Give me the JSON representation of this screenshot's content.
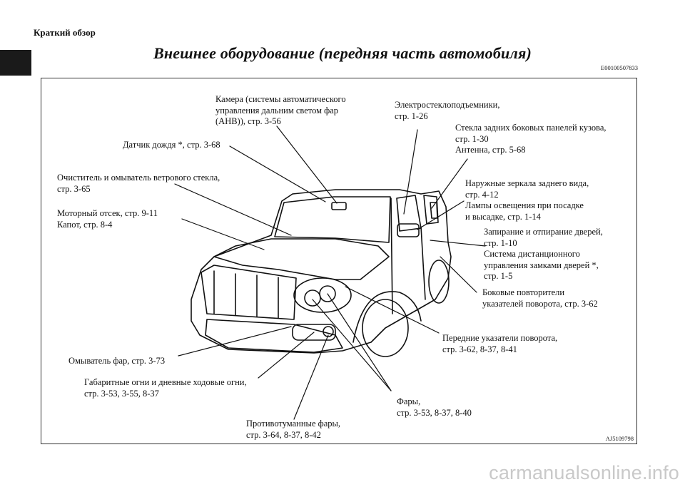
{
  "header": {
    "section": "Краткий обзор",
    "title": "Внешнее оборудование (передняя часть автомобиля)",
    "doc_code": "E00100507833"
  },
  "figure": {
    "code": "AJ5109798",
    "callouts": {
      "camera": [
        "Камера (системы автоматического",
        "управления дальним светом фар",
        "(AHB)), стр. 3-56"
      ],
      "rain_sensor": [
        "Датчик дождя *, стр. 3-68"
      ],
      "wiper": [
        "Очиститель и омыватель ветрового стекла,",
        "стр. 3-65"
      ],
      "engine": [
        "Моторный отсек, стр. 9-11",
        "Капот, стр. 8-4"
      ],
      "windows": [
        "Электростеклоподъемники,",
        "стр. 1-26"
      ],
      "rear_glass": [
        "Стекла задних боковых панелей кузова,",
        "стр. 1-30",
        "Антенна, стр. 5-68"
      ],
      "mirrors": [
        "Наружные зеркала заднего вида,",
        "стр. 4-12",
        "Лампы освещения при посадке",
        "и высадке, стр. 1-14"
      ],
      "locks": [
        "Запирание и отпирание дверей,",
        "стр. 1-10",
        "Система дистанционного",
        "управления замками дверей *,",
        "стр. 1-5"
      ],
      "side_repeaters": [
        "Боковые повторители",
        "указателей поворота, стр. 3-62"
      ],
      "front_turn": [
        "Передние указатели поворота,",
        "стр. 3-62, 8-37, 8-41"
      ],
      "headlamp_washer": [
        "Омыватель фар, стр. 3-73"
      ],
      "position_lamps": [
        "Габаритные огни и дневные ходовые огни,",
        "стр. 3-53, 3-55, 8-37"
      ],
      "headlamps": [
        "Фары,",
        "стр. 3-53, 8-37, 8-40"
      ],
      "fog_lamps": [
        "Противотуманные фары,",
        "стр. 3-64, 8-37, 8-42"
      ]
    }
  },
  "watermark": "carmanualsonline.info"
}
